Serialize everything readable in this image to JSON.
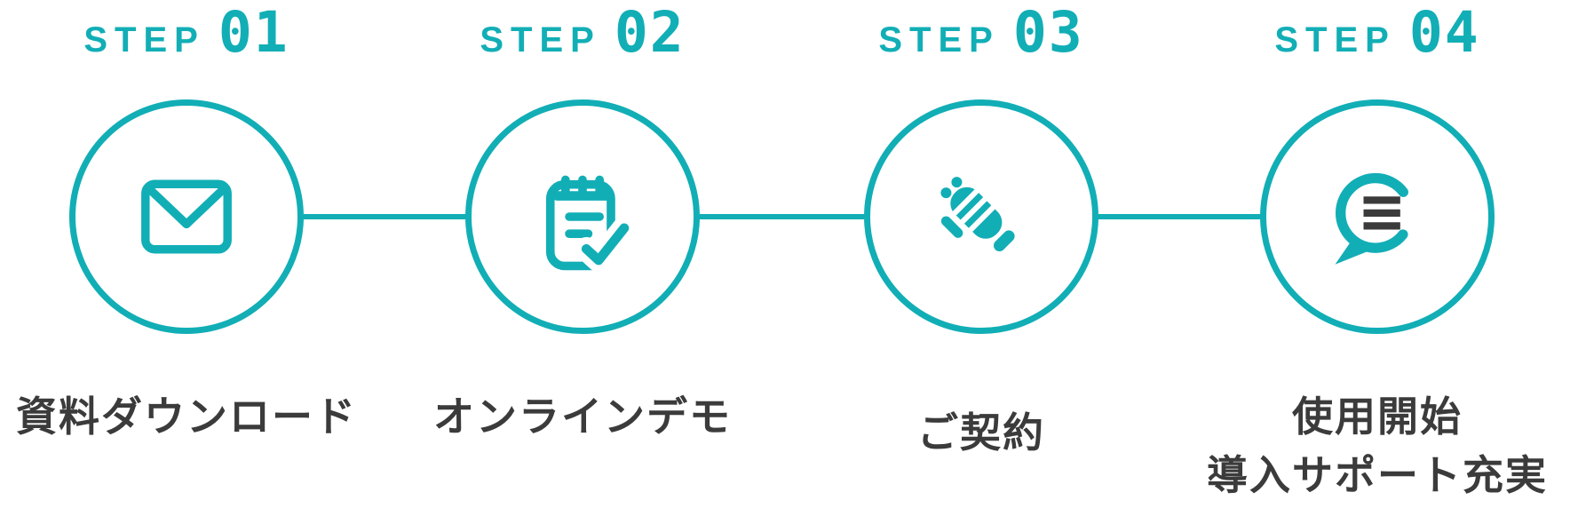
{
  "colors": {
    "accent": "#12AEB6",
    "label_text": "#3B3B3B",
    "circle_fill": "#FFFFFF"
  },
  "steps": [
    {
      "step_word": "STEP",
      "step_number": "01",
      "icon": "envelope-icon",
      "label_lines": [
        "資料ダウンロード"
      ]
    },
    {
      "step_word": "STEP",
      "step_number": "02",
      "icon": "clipboard-check-icon",
      "label_lines": [
        "オンラインデモ"
      ]
    },
    {
      "step_word": "STEP",
      "step_number": "03",
      "icon": "handshake-icon",
      "label_lines": [
        "ご契約"
      ]
    },
    {
      "step_word": "STEP",
      "step_number": "04",
      "icon": "speech-bubble-icon",
      "label_lines": [
        "使用開始",
        "導入サポート充実"
      ]
    }
  ]
}
